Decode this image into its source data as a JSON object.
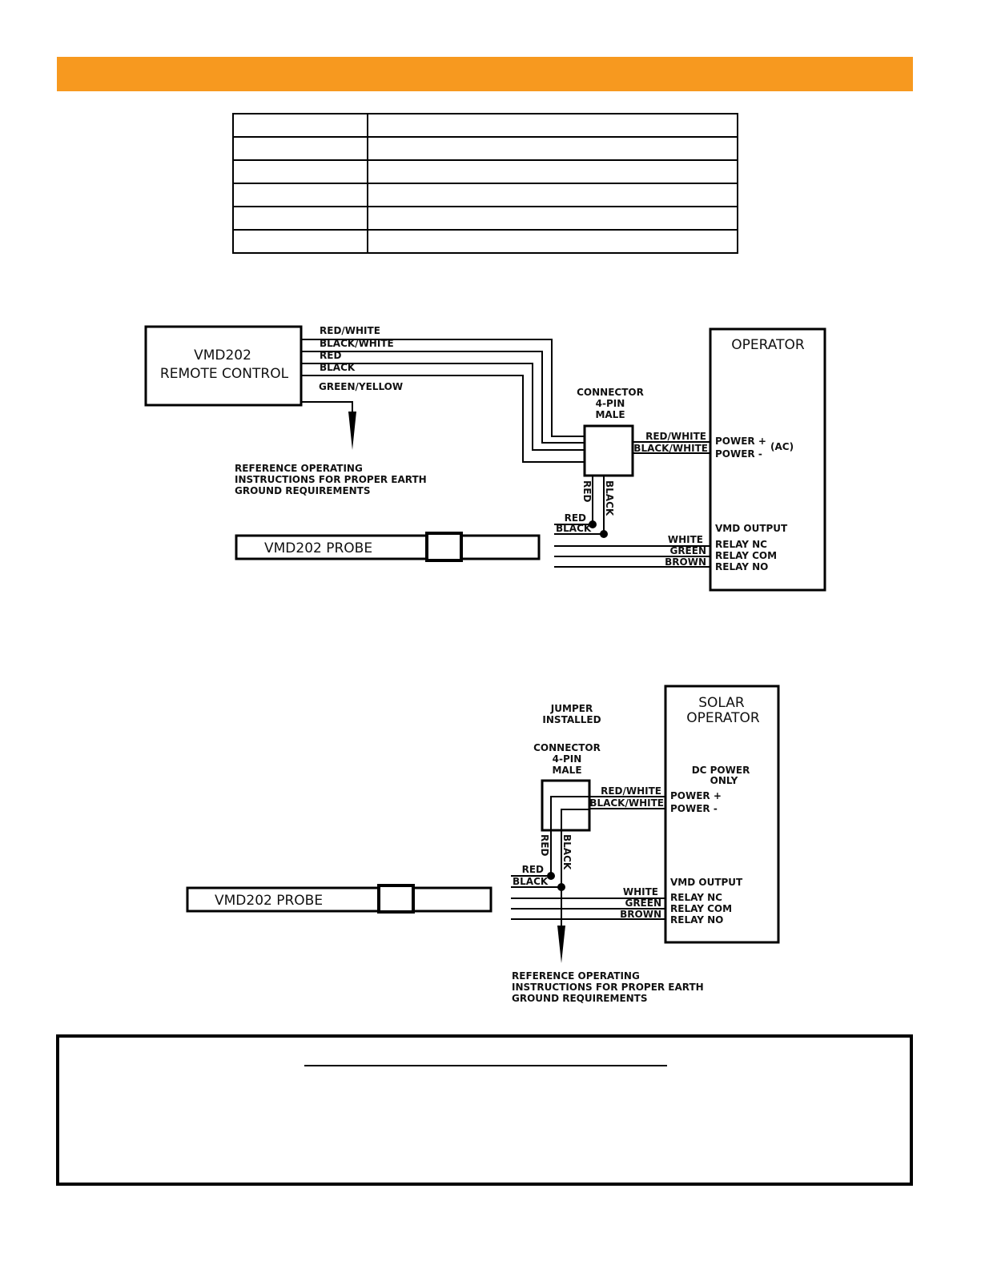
{
  "header": {
    "color": "#f7991f"
  },
  "table": {
    "rows": 6,
    "columns": 2
  },
  "diagram_ac": {
    "remote_title": "VMD202",
    "remote_subtitle": "REMOTE  CONTROL",
    "wires": [
      "RED/WHITE",
      "BLACK/WHITE",
      "RED",
      "BLACK",
      "GREEN/YELLOW"
    ],
    "ground_note": [
      "REFERENCE OPERATING",
      "INSTRUCTIONS FOR PROPER EARTH",
      "GROUND REQUIREMENTS"
    ],
    "connector": [
      "CONNECTOR",
      "4-PIN",
      "MALE"
    ],
    "power_wires": [
      "RED/WHITE",
      "BLACK/WHITE"
    ],
    "operator": "OPERATOR",
    "power_plus": "POWER +",
    "power_minus": "POWER -",
    "ac": "(AC)",
    "down_wires": [
      "RED",
      "BLACK"
    ],
    "probe_wires": [
      "RED",
      "BLACK"
    ],
    "probe": "VMD202 PROBE",
    "vmd_output": "VMD OUTPUT",
    "relay_wires": [
      "WHITE",
      "GREEN",
      "BROWN"
    ],
    "relays": [
      "RELAY NC",
      "RELAY COM",
      "RELAY NO"
    ]
  },
  "diagram_solar": {
    "jumper": [
      "JUMPER",
      "INSTALLED"
    ],
    "connector": [
      "CONNECTOR",
      "4-PIN",
      "MALE"
    ],
    "operator": [
      "SOLAR",
      "OPERATOR"
    ],
    "dc_note": [
      "DC POWER",
      "ONLY"
    ],
    "power_wires": [
      "RED/WHITE",
      "BLACK/WHITE"
    ],
    "power_plus": "POWER +",
    "power_minus": "POWER -",
    "down_wires": [
      "RED",
      "BLACK"
    ],
    "probe_wires": [
      "RED",
      "BLACK"
    ],
    "probe": "VMD202 PROBE",
    "vmd_output": "VMD OUTPUT",
    "relay_wires": [
      "WHITE",
      "GREEN",
      "BROWN"
    ],
    "relays": [
      "RELAY NC",
      "RELAY COM",
      "RELAY NO"
    ],
    "ground_note": [
      "REFERENCE OPERATING",
      "INSTRUCTIONS FOR PROPER EARTH",
      "GROUND REQUIREMENTS"
    ]
  }
}
